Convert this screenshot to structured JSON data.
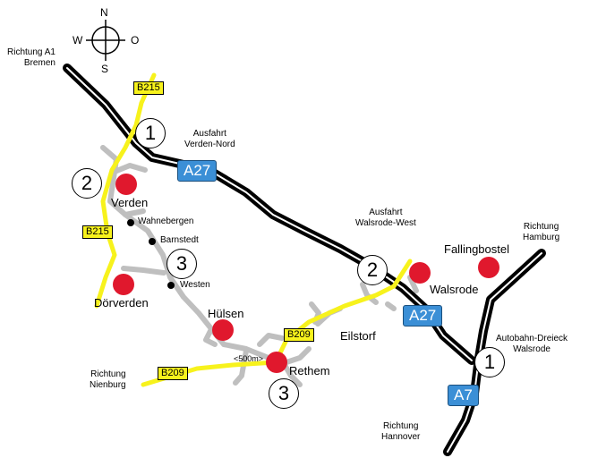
{
  "colors": {
    "autobahn": "#000000",
    "bundesstrasse": "#f7f21c",
    "local_road": "#bfbfbf",
    "town": "#e0182d",
    "autobahn_shield": "#3b8fd6"
  },
  "compass": {
    "n": "N",
    "s": "S",
    "w": "W",
    "o": "O"
  },
  "directions": {
    "bremen": "Richtung A1\nBremen",
    "hamburg": "Richtung\nHamburg",
    "nienburg": "Richtung\nNienburg",
    "hannover": "Richtung\nHannover"
  },
  "exits": {
    "verden_nord": "Ausfahrt\nVerden-Nord",
    "walsrode_west": "Ausfahrt\nWalsrode-West",
    "dreieck": "Autobahn-Dreieck\nWalsrode"
  },
  "shields": {
    "a27_top": "A27",
    "a27_bottom": "A27",
    "a7": "A7",
    "b215_top": "B215",
    "b215_mid": "B215",
    "b209_left": "B209",
    "b209_mid": "B209"
  },
  "towns": {
    "verden": "Verden",
    "dorverden": "Dörverden",
    "hulsen": "Hülsen",
    "rethem": "Rethem",
    "walsrode": "Walsrode",
    "fallingbostel": "Fallingbostel",
    "eilstorf": "Eilstorf"
  },
  "villages": {
    "wahnebergen": "Wahnebergen",
    "barnstedt": "Barnstedt",
    "westen": "Westen"
  },
  "numbers": {
    "n1_verden": "1",
    "n2_verden": "2",
    "n3_west": "3",
    "n2_walsrode": "2",
    "n1_dreieck": "1",
    "n3_rethem": "3"
  },
  "distance_note": "<500m>"
}
